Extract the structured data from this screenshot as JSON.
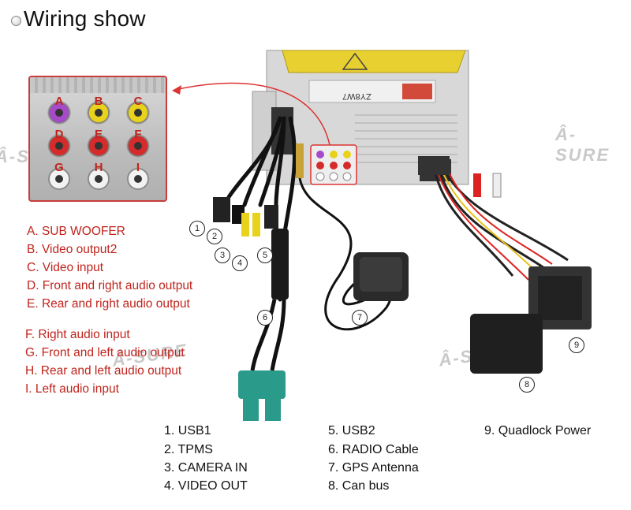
{
  "title": "Wiring show",
  "watermark": "Â-SURE",
  "unit_label": "ZY8W7",
  "panel_jacks": [
    {
      "letter": "A",
      "color": "#a64ac9"
    },
    {
      "letter": "B",
      "color": "#e8d21c"
    },
    {
      "letter": "C",
      "color": "#e8d21c"
    },
    {
      "letter": "D",
      "color": "#d62b2b"
    },
    {
      "letter": "E",
      "color": "#d62b2b"
    },
    {
      "letter": "F",
      "color": "#d62b2b"
    },
    {
      "letter": "G",
      "color": "#f2f2f2"
    },
    {
      "letter": "H",
      "color": "#f2f2f2"
    },
    {
      "letter": "I",
      "color": "#f2f2f2"
    }
  ],
  "legend_letters": [
    "A.  SUB WOOFER",
    "B.  Video output2",
    "C.  Video input",
    "D.  Front and right audio output",
    "E.  Rear and right audio output",
    "F. Right audio input",
    "G. Front and left audio output",
    "H. Rear and left audio output",
    "I. Left audio input"
  ],
  "legend_numbers": [
    "1.  USB1",
    "2.  TPMS",
    "3.  CAMERA IN",
    "4.  VIDEO OUT",
    "5. USB2",
    "6. RADIO Cable",
    "7. GPS Antenna",
    "8. Can bus",
    "9. Quadlock Power"
  ],
  "callouts": [
    "1",
    "2",
    "3",
    "4",
    "5",
    "6",
    "7",
    "8",
    "9"
  ]
}
